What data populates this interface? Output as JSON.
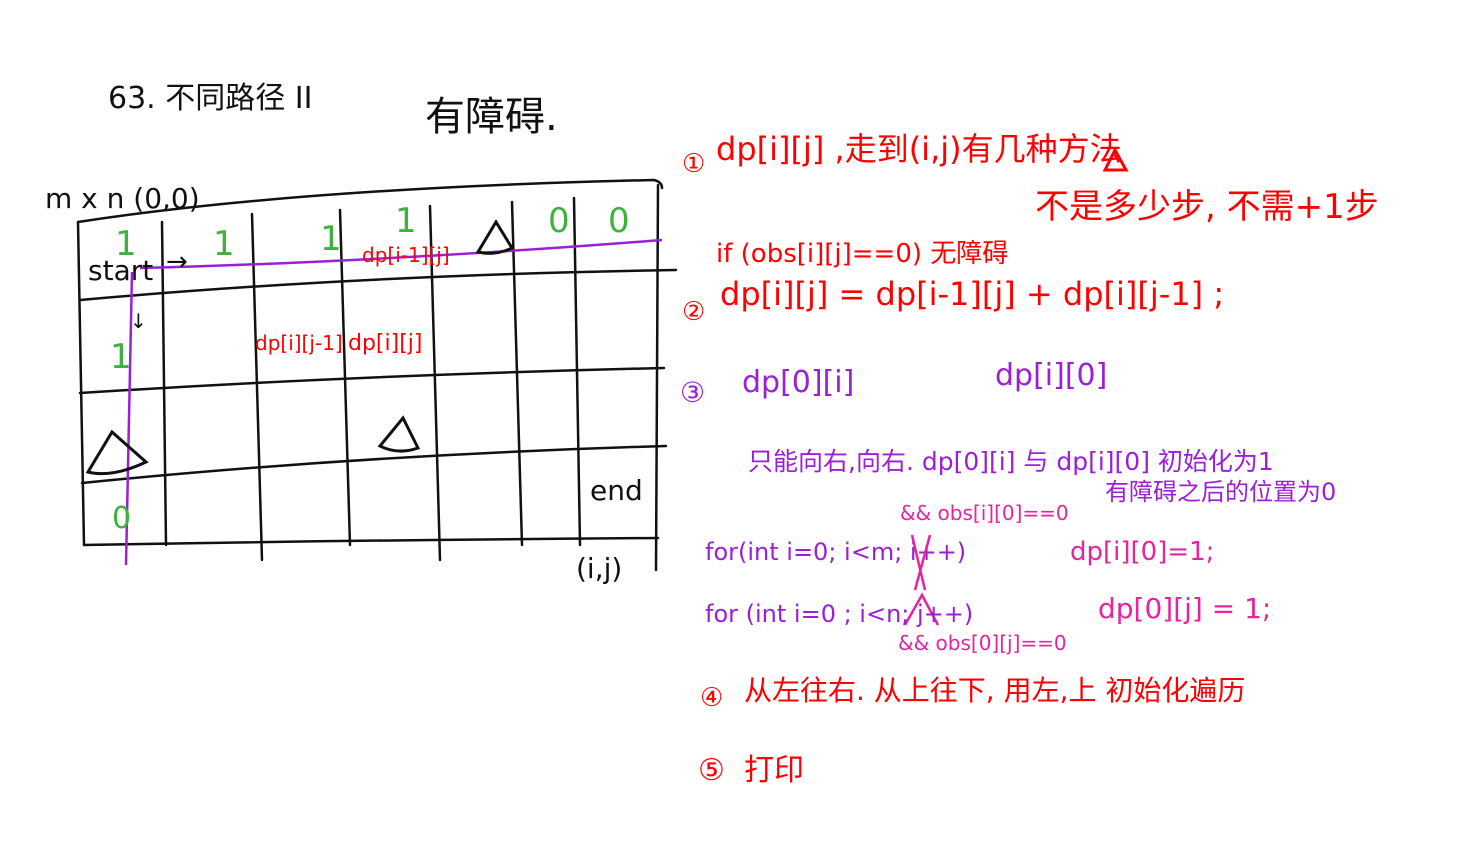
{
  "title": {
    "problem": "63. 不同路径 II",
    "subtitle": "有障碍."
  },
  "grid": {
    "size_label": "m x n (0,0)",
    "start_label": "start",
    "start_arrow": "→",
    "down_arrow": "↓",
    "end_label": "end",
    "corner_label": "(i,j)",
    "top_row_values": [
      "1",
      "1",
      "1",
      "1",
      "0",
      "0"
    ],
    "left_col_values": [
      "1",
      "0"
    ],
    "cell_up": "dp[i-1][j]",
    "cell_left": "dp[i][j-1]",
    "cell_current": "dp[i][j]"
  },
  "notes": {
    "step1_num": "①",
    "step1": "dp[i][j] ,走到(i,j)有几种方法",
    "note_obstacle": "不是多少步, 不需+1步",
    "if_line": "if (obs[i][j]==0) 无障碍",
    "step2_num": "②",
    "step2": "dp[i][j] = dp[i-1][j] + dp[i][j-1] ;",
    "step3_num": "③",
    "step3_a": "dp[0][i]",
    "step3_b": "dp[i][0]",
    "init_text": "只能向右,向右. dp[0][i] 与 dp[i][0] 初始化为1",
    "cond1": "&& obs[i][0]==0",
    "obstacle_note": "有障碍之后的位置为0",
    "for1": "for(int i=0; i<m; i++)",
    "assign1": "dp[i][0]=1;",
    "for2": "for (int i=0 ; i<n; j++)",
    "assign2": "dp[0][j] = 1;",
    "cond2": "&& obs[0][j]==0",
    "step4_num": "④",
    "step4": "从左往右. 从上往下, 用左,上 初始化遍历",
    "step5_num": "⑤",
    "step5": "打印"
  },
  "colors": {
    "ink": "#111111",
    "red": "#ff0000",
    "purple": "#9b1fd6",
    "magenta": "#e8239c",
    "green": "#3cb43c"
  }
}
